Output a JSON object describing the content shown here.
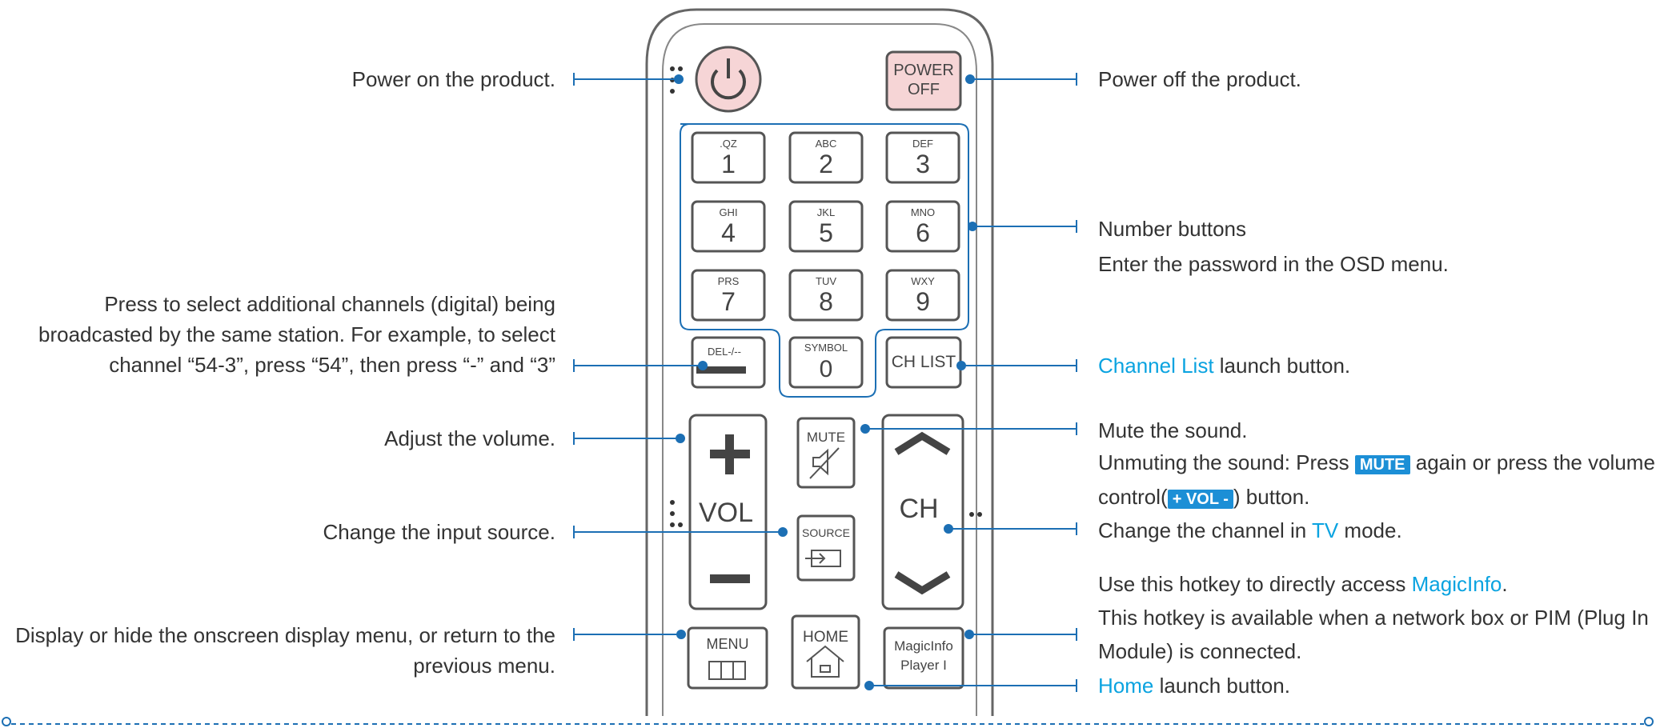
{
  "colors": {
    "accent": "#1c6fb4",
    "highlight": "#0aa3e0",
    "power": "#f6d5d6",
    "remote_outline": "#555555"
  },
  "left_labels": {
    "power_on": "Power on the product.",
    "digital_line1": "Press to select additional channels (digital) being",
    "digital_line2": "broadcasted by the same station. For example, to select",
    "digital_line3": "channel “54-3”, press “54”, then press “-” and “3”",
    "volume": "Adjust the volume.",
    "source": "Change the input source.",
    "menu_line1": "Display or hide the onscreen display menu, or return to the",
    "menu_line2": "previous menu."
  },
  "right_labels": {
    "power_off": "Power off the product.",
    "number_title": "Number buttons",
    "number_desc": "Enter the password in the OSD menu.",
    "channel_list_link": "Channel List",
    "channel_list_rest": " launch button.",
    "mute_line1": "Mute the sound.",
    "mute_line2_pre": "Unmuting the sound: Press ",
    "mute_tag": "MUTE",
    "mute_line2_post": " again or press the volume",
    "mute_line3_pre": "control(",
    "vol_tag": "+ VOL -",
    "mute_line3_post": ") button.",
    "channel_pre": "Change the channel in ",
    "channel_link": "TV",
    "channel_post": " mode.",
    "magic_line1_pre": "Use this hotkey to directly access ",
    "magic_link": "MagicInfo",
    "magic_line1_post": ".",
    "magic_line2": "This hotkey is available when a network box or PIM (Plug In",
    "magic_line3": "Module) is connected.",
    "home_link": "Home",
    "home_rest": " launch button."
  },
  "remote": {
    "power_off_line1": "POWER",
    "power_off_line2": "OFF",
    "number_keys": [
      {
        "letters": ".QZ",
        "digit": "1"
      },
      {
        "letters": "ABC",
        "digit": "2"
      },
      {
        "letters": "DEF",
        "digit": "3"
      },
      {
        "letters": "GHI",
        "digit": "4"
      },
      {
        "letters": "JKL",
        "digit": "5"
      },
      {
        "letters": "MNO",
        "digit": "6"
      },
      {
        "letters": "PRS",
        "digit": "7"
      },
      {
        "letters": "TUV",
        "digit": "8"
      },
      {
        "letters": "WXY",
        "digit": "9"
      }
    ],
    "del_label": "DEL-/--",
    "symbol_label": "SYMBOL",
    "zero_digit": "0",
    "ch_list_label": "CH LIST",
    "vol_label": "VOL",
    "mute_label": "MUTE",
    "source_label": "SOURCE",
    "ch_label": "CH",
    "menu_label": "MENU",
    "home_label": "HOME",
    "magicinfo_line1": "MagicInfo",
    "magicinfo_line2": "Player I"
  }
}
